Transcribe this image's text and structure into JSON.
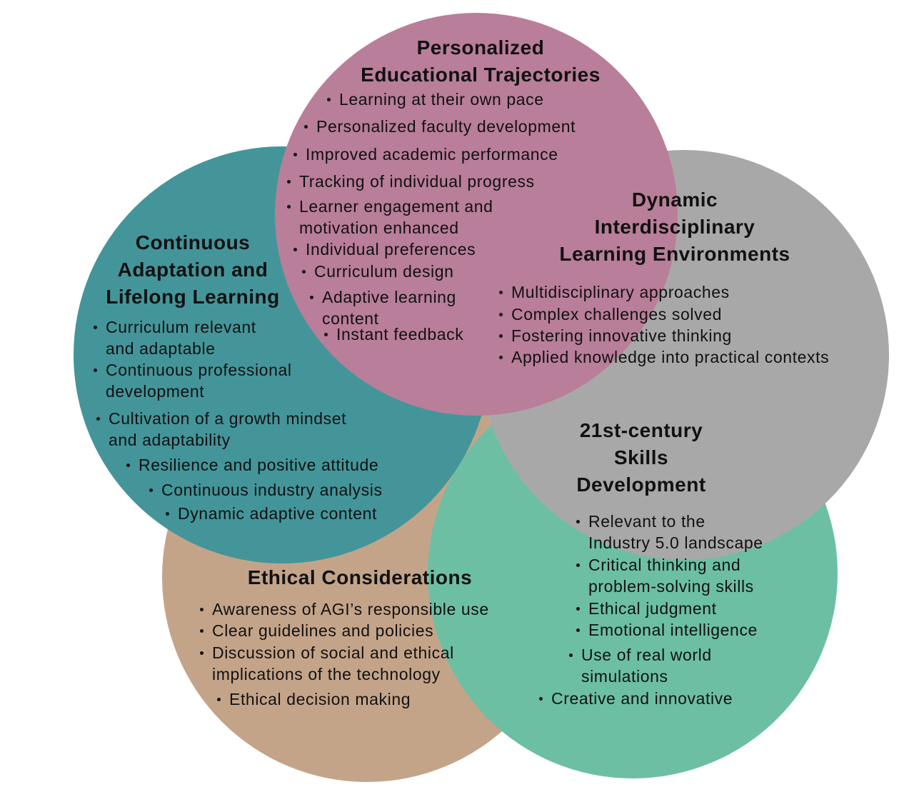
{
  "colors": {
    "personalized": "#b97e99",
    "continuous": "#44959a",
    "dynamic": "#a8a8a8",
    "skills": "#6dbfa4",
    "ethical": "#c4a489",
    "text": "#111111"
  },
  "personalized": {
    "title": [
      "Personalized",
      "Educational Trajectories"
    ],
    "items": [
      "Learning at their own pace",
      "Personalized faculty development",
      "Improved academic performance",
      "Tracking of individual progress",
      "Learner engagement and\nmotivation enhanced",
      "Individual preferences",
      "Curriculum design",
      "Adaptive learning\ncontent",
      "Instant feedback"
    ]
  },
  "continuous": {
    "title": [
      "Continuous",
      "Adaptation and",
      "Lifelong Learning"
    ],
    "items": [
      "Curriculum relevant\nand adaptable",
      "Continuous professional\ndevelopment",
      "Cultivation of a growth mindset\nand adaptability",
      "Resilience and positive attitude",
      "Continuous industry analysis",
      "Dynamic adaptive content"
    ]
  },
  "dynamic": {
    "title": [
      "Dynamic",
      "Interdisciplinary",
      "Learning Environments"
    ],
    "items": [
      "Multidisciplinary approaches",
      "Complex challenges solved",
      "Fostering innovative thinking",
      "Applied knowledge into practical contexts"
    ]
  },
  "skills": {
    "title": [
      "21st-century",
      "Skills",
      "Development"
    ],
    "items": [
      "Relevant to the\nIndustry 5.0 landscape",
      "Critical thinking and\nproblem-solving skills",
      "Ethical judgment",
      "Emotional intelligence",
      "Use of real world\nsimulations",
      "Creative and innovative"
    ]
  },
  "ethical": {
    "title": [
      "Ethical Considerations"
    ],
    "items": [
      "Awareness of AGI’s responsible use",
      "Clear guidelines and policies",
      "Discussion of social and ethical\nimplications of the technology",
      "Ethical decision making"
    ]
  }
}
